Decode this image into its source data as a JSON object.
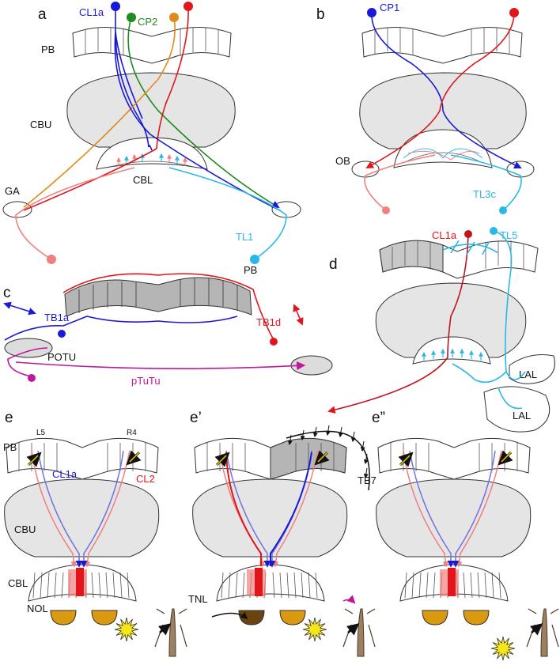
{
  "colors": {
    "red": "#e0161b",
    "blue": "#1a1ad6",
    "cyan": "#2ab8e8",
    "green": "#1e8c1e",
    "orange": "#e08a1e",
    "pink": "#f07f7f",
    "magenta": "#c0179c",
    "nol": "#d99a10",
    "gray_region": "#e5e5e5",
    "gray_dark": "#b5b5b5"
  },
  "panels": {
    "a": {
      "panel_label": "a",
      "pb": "PB",
      "cbu": "CBU",
      "cbl": "CBL",
      "ga": "GA",
      "neurons": {
        "cl1a": "CL1a",
        "cp2": "CP2",
        "tl1": "TL1"
      }
    },
    "b": {
      "panel_label": "b",
      "ob": "OB",
      "neurons": {
        "cp1": "CP1",
        "tl3c": "TL3c"
      }
    },
    "c": {
      "panel_label": "c",
      "pb": "PB",
      "potu": "POTU",
      "neurons": {
        "tb1a": "TB1a",
        "tb1d": "TB1d",
        "ptutu": "pTuTu"
      }
    },
    "d": {
      "panel_label": "d",
      "lal_upper": "LAL",
      "lal_lower": "LAL",
      "neurons": {
        "cl1a": "CL1a",
        "tl5": "TL5"
      }
    },
    "e": {
      "panel_label": "e",
      "pb": "PB",
      "cbu": "CBU",
      "cbl": "CBL",
      "nol": "NOL",
      "l5": "L5",
      "r4": "R4",
      "neurons": {
        "cl1a": "CL1a",
        "cl2": "CL2"
      }
    },
    "e1": {
      "panel_label": "e’",
      "tb7": "TB7",
      "tnl": "TNL"
    },
    "e2": {
      "panel_label": "e”"
    }
  }
}
